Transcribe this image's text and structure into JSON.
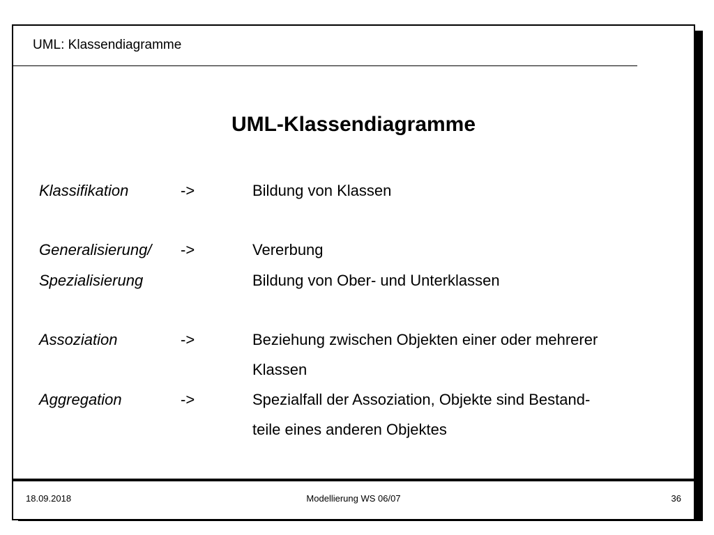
{
  "header": {
    "title": "UML: Klassendiagramme"
  },
  "slide": {
    "title": "UML-Klassendiagramme"
  },
  "rows": {
    "klassifikation": {
      "term": "Klassifikation",
      "arrow": "->",
      "desc": "Bildung von Klassen"
    },
    "generalisierung": {
      "term": "Generalisierung/",
      "term2": "Spezialisierung",
      "arrow": "->",
      "desc": "Vererbung",
      "desc2": "Bildung von Ober- und Unterklassen"
    },
    "assoziation": {
      "term": "Assoziation",
      "arrow": "->",
      "desc": "Beziehung zwischen Objekten einer oder mehrerer",
      "desc2": "Klassen"
    },
    "aggregation": {
      "term": "Aggregation",
      "arrow": "->",
      "desc": "Spezialfall der Assoziation, Objekte sind Bestand-",
      "desc2": "teile eines anderen Objektes"
    }
  },
  "footer": {
    "date": "18.09.2018",
    "course": "Modellierung WS 06/07",
    "page": "36"
  },
  "colors": {
    "text": "#000000",
    "background": "#ffffff",
    "shadow": "#000000"
  }
}
